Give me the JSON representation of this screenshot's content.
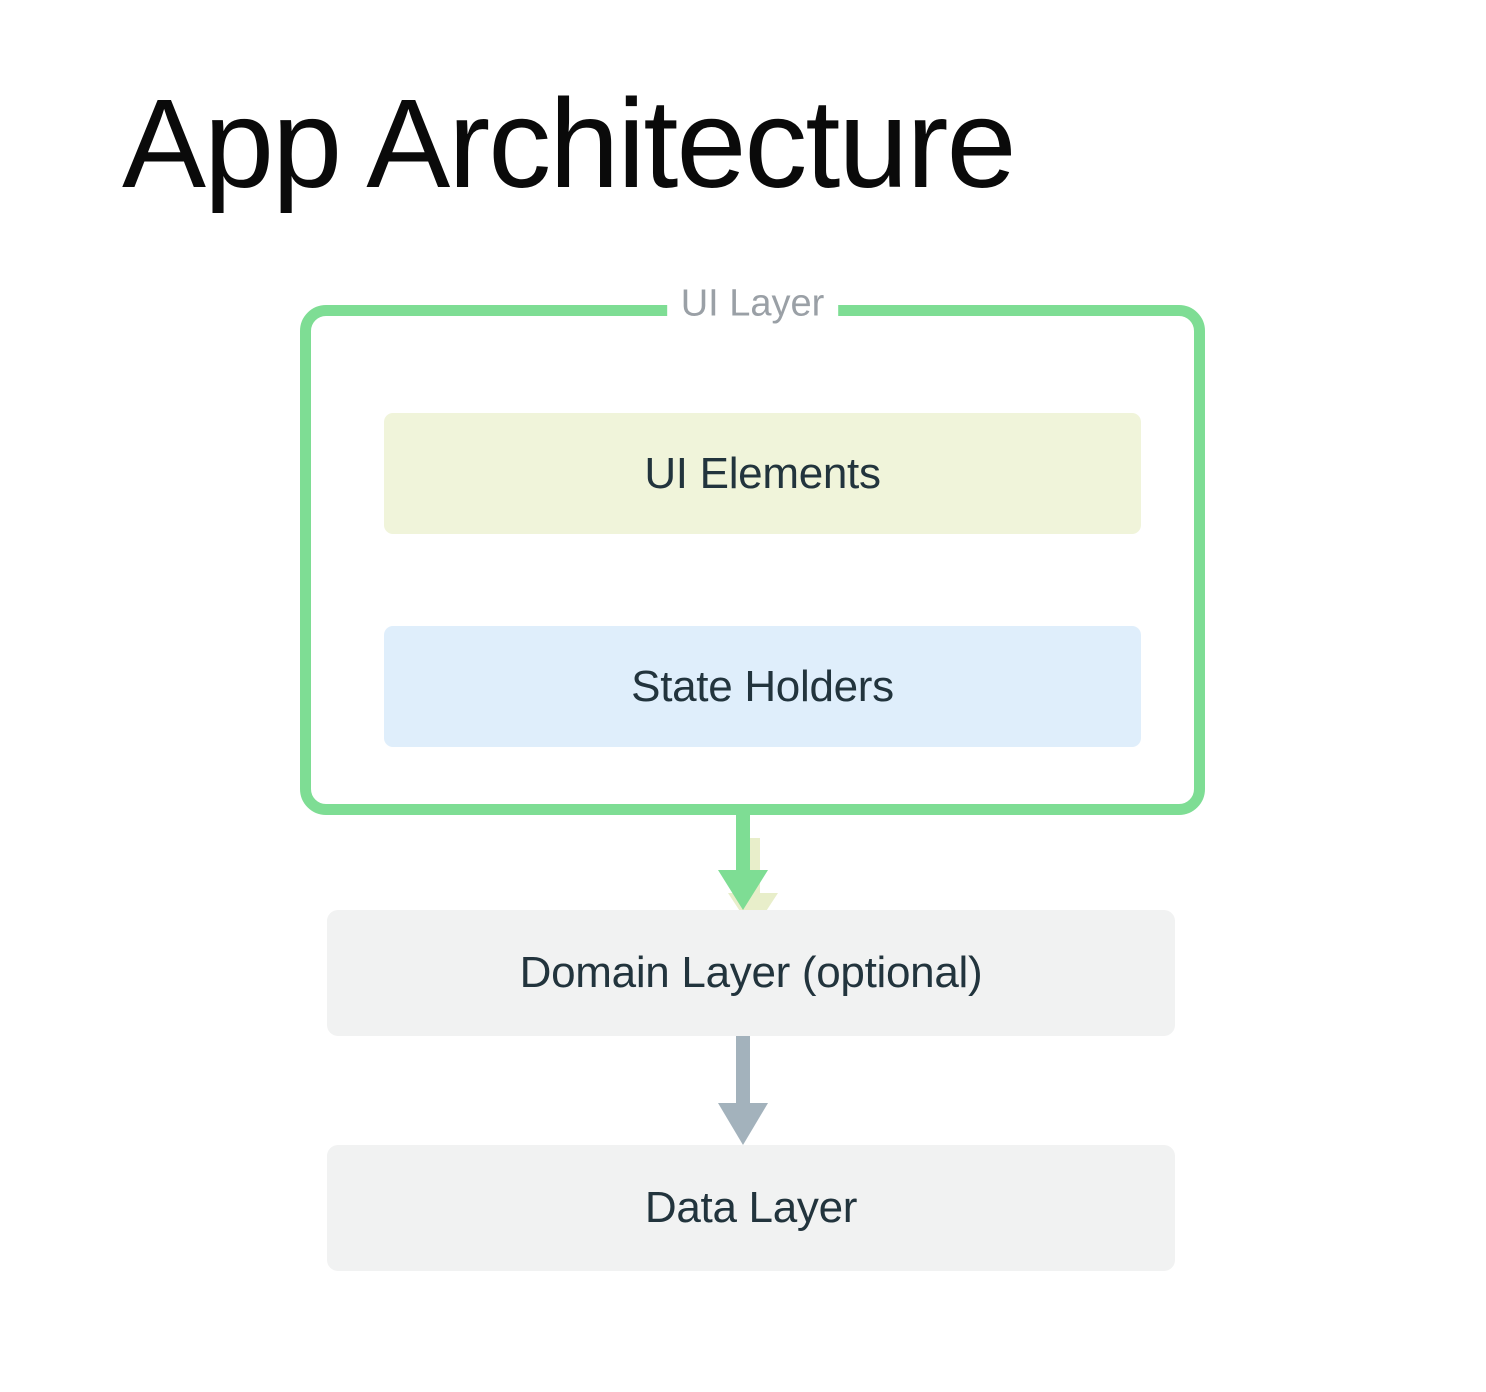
{
  "diagram": {
    "title": "App Architecture",
    "background_color": "#ffffff",
    "title_color": "#0a0a0a",
    "type": "layered-architecture-flow",
    "groups": [
      {
        "id": "ui-layer",
        "legend": "UI Layer",
        "legend_color": "#9aa0a6",
        "border_color": "#7edd94",
        "children": [
          {
            "id": "ui-elements",
            "label": "UI Elements",
            "fill_color": "#f0f4da",
            "text_color": "#22343d"
          },
          {
            "id": "state-holders",
            "label": "State Holders",
            "fill_color": "#dfeefb",
            "text_color": "#22343d"
          }
        ]
      }
    ],
    "nodes": [
      {
        "id": "domain-layer",
        "label": "Domain Layer (optional)",
        "fill_color": "#f1f2f2",
        "text_color": "#22343d"
      },
      {
        "id": "data-layer",
        "label": "Data Layer",
        "fill_color": "#f1f2f2",
        "text_color": "#22343d"
      }
    ],
    "edges": [
      {
        "id": "ui-elements-to-state-holders",
        "from": "ui-elements",
        "to": "state-holders",
        "direction": "down",
        "color": "#e8eeca"
      },
      {
        "id": "ui-layer-to-domain-layer",
        "from": "ui-layer",
        "to": "domain-layer",
        "direction": "down",
        "color": "#7edd94"
      },
      {
        "id": "domain-layer-to-data-layer",
        "from": "domain-layer",
        "to": "data-layer",
        "direction": "down",
        "color": "#a3b2bc"
      }
    ]
  }
}
